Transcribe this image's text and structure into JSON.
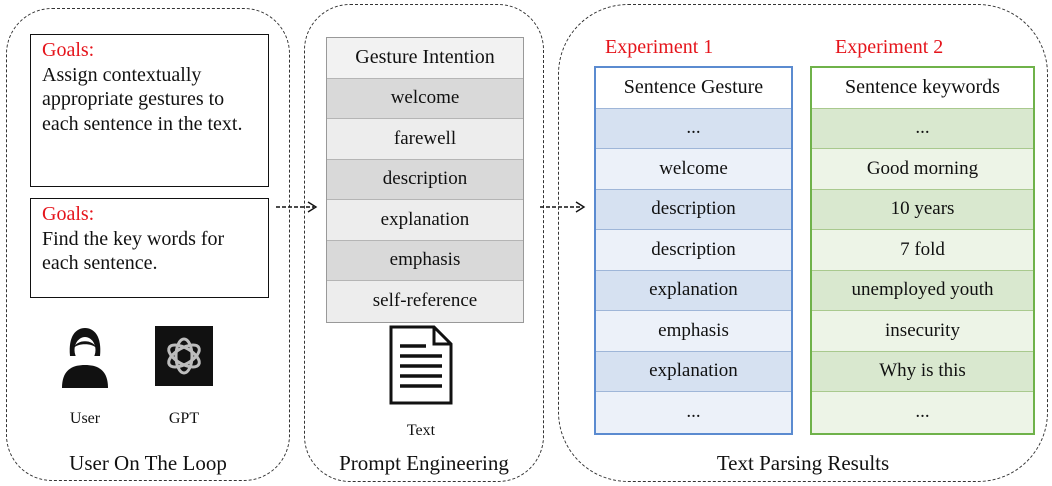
{
  "panels": {
    "user_loop": {
      "goal1": {
        "label": "Goals:",
        "text": "Assign contextually appropriate gestures to each sentence in the text."
      },
      "goal2": {
        "label": "Goals:",
        "text": "Find the key words for each sentence."
      },
      "user_label": "User",
      "gpt_label": "GPT",
      "caption": "User On The Loop",
      "icons": [
        "user-icon",
        "gpt-icon"
      ]
    },
    "prompt_engineering": {
      "table_header": "Gesture Intention",
      "rows": [
        "welcome",
        "farewell",
        "description",
        "explanation",
        "emphasis",
        "self-reference"
      ],
      "text_label": "Text",
      "caption": "Prompt Engineering",
      "icons": [
        "document-icon"
      ]
    },
    "text_parsing": {
      "experiment1": {
        "title": "Experiment 1",
        "header": "Sentence Gesture",
        "rows": [
          "...",
          "welcome",
          "description",
          "description",
          "explanation",
          "emphasis",
          "explanation",
          "..."
        ]
      },
      "experiment2": {
        "title": "Experiment 2",
        "header": "Sentence keywords",
        "rows": [
          "...",
          "Good morning",
          "10 years",
          "7 fold",
          "unemployed youth",
          "insecurity",
          "Why is this",
          "..."
        ]
      },
      "caption": "Text Parsing Results"
    }
  },
  "colors": {
    "goal_label": "#e5141b",
    "gesture_header_bg": "#f2f2f2",
    "gesture_row_dark": "#d9d9d9",
    "gesture_row_light": "#ededed",
    "exp1_border": "#5b8bd0",
    "exp1_dark": "#d6e1f1",
    "exp1_light": "#ecf1f9",
    "exp2_border": "#6fb24a",
    "exp2_dark": "#d9e8cf",
    "exp2_light": "#edf4e7"
  }
}
